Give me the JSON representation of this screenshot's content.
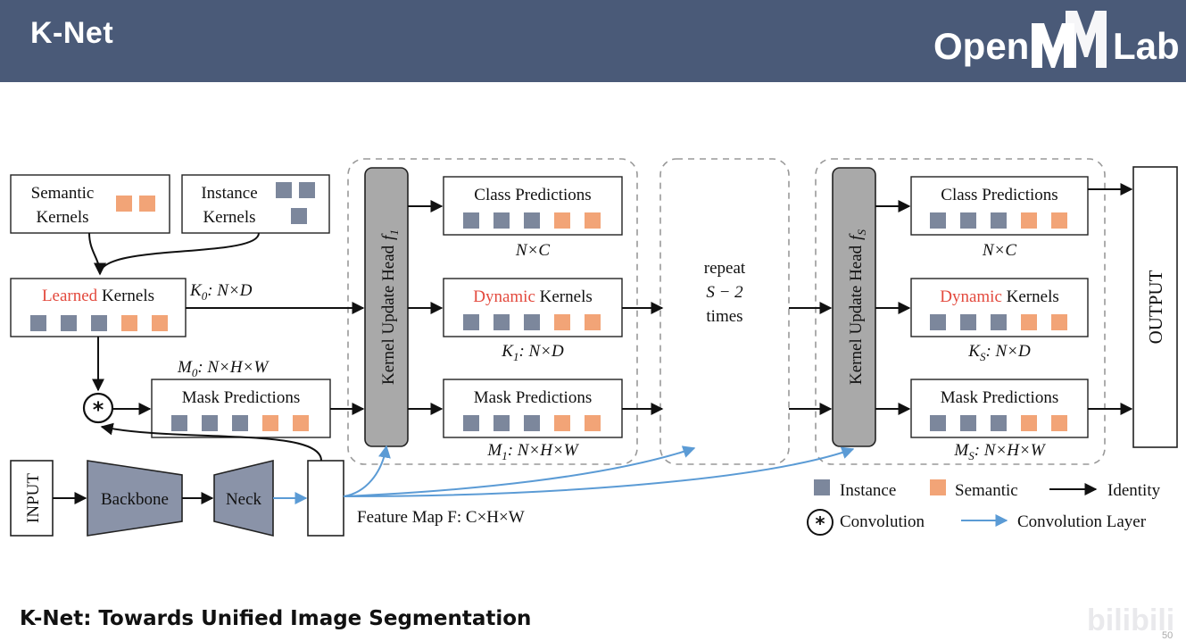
{
  "header": {
    "title": "K-Net",
    "logo": {
      "left": "Open",
      "right": "Lab",
      "mark": "MM"
    }
  },
  "colors": {
    "header_bg": "#4a5a78",
    "instance_square": "#7c879c",
    "semantic_square": "#f2a477",
    "learned_red": "#e34a3e",
    "conv_layer_blue": "#5b9bd5",
    "update_head_gray": "#a9a9a9",
    "trapezoid_gray": "#8a93a8"
  },
  "diagram": {
    "semantic_kernels": [
      "Semantic",
      "Kernels"
    ],
    "instance_kernels": [
      "Instance",
      "Kernels"
    ],
    "learned_kernels": {
      "highlight": "Learned",
      "rest": " Kernels"
    },
    "k0": {
      "sym": "K",
      "sub": "0",
      "dims": ": N×D"
    },
    "m0": {
      "sym": "M",
      "sub": "0",
      "dims": ": N×H×W"
    },
    "mask_predictions": "Mask Predictions",
    "class_predictions": "Class Predictions",
    "dynamic_kernels": {
      "highlight": "Dynamic",
      "rest": " Kernels"
    },
    "kernel_update_head": "Kernel Update Head",
    "head_symbol": {
      "first": {
        "sym": "f",
        "sub": "1"
      },
      "last": {
        "sym": "f",
        "sub": "S"
      }
    },
    "n_c": "N×C",
    "k1": {
      "sym": "K",
      "sub": "1",
      "dims": ": N×D"
    },
    "m1": {
      "sym": "M",
      "sub": "1",
      "dims": ": N×H×W"
    },
    "ks": {
      "sym": "K",
      "sub": "S",
      "dims": ": N×D"
    },
    "ms": {
      "sym": "M",
      "sub": "S",
      "dims": ": N×H×W"
    },
    "repeat": [
      "repeat",
      "S − 2",
      "times"
    ],
    "input": "INPUT",
    "backbone": "Backbone",
    "neck": "Neck",
    "feature_map": "Feature Map F:  C×H×W",
    "output": "OUTPUT",
    "legend": {
      "instance": "Instance",
      "semantic": "Semantic",
      "identity": "Identity",
      "convolution": "Convolution",
      "conv_layer": "Convolution Layer"
    },
    "square_rows": {
      "semantic_kernels": [
        "semantic",
        "semantic"
      ],
      "instance_kernels_top": [
        "instance",
        "instance"
      ],
      "instance_kernels_bottom": [
        "instance"
      ],
      "full_row": [
        "instance",
        "instance",
        "instance",
        "semantic",
        "semantic"
      ]
    }
  },
  "footer": {
    "title": "K-Net: Towards Unified Image Segmentation",
    "page": "50",
    "watermark": "bilibili"
  }
}
